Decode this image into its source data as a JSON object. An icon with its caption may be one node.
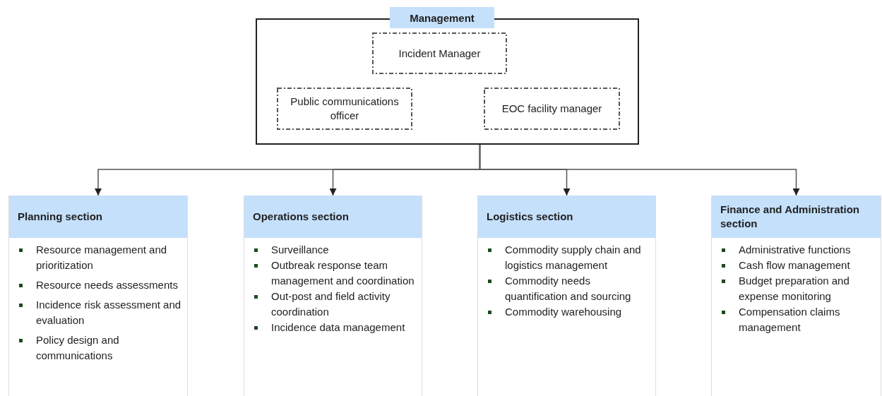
{
  "diagram": {
    "nodes": [
      {
        "text": [
          "Management"
        ]
      },
      {
        "text": [
          "Incident Manager"
        ],
        "in": 0
      },
      {
        "text": [
          "Public communications officer"
        ],
        "in": 0
      },
      {
        "text": [
          "EOC facility manager"
        ],
        "in": 0
      },
      {
        "text": [
          "Planning section",
          "Resource management and prioritization",
          "Resource needs assessments",
          "Incidence risk assessment and evaluation",
          "Policy design and communications"
        ]
      },
      {
        "text": [
          "Operations section",
          "Surveillance",
          "Outbreak response team management and coordination",
          "Out-post and field activity coordination",
          "Incidence data management"
        ]
      },
      {
        "text": [
          "Logistics section",
          "Commodity supply chain and logistics management",
          "Commodity needs quantification and sourcing",
          "Commodity warehousing"
        ]
      },
      {
        "text": [
          "Finance and Administration section",
          "Administrative functions",
          "Cash flow management",
          "Budget preparation and expense monitoring",
          "Compensation claims management"
        ]
      }
    ],
    "edges": [
      {
        "from": 0,
        "to": 4,
        "arrow": "to"
      },
      {
        "from": 0,
        "to": 5,
        "arrow": "to"
      },
      {
        "from": 0,
        "to": 6,
        "arrow": "to"
      },
      {
        "from": 0,
        "to": 7,
        "arrow": "to"
      }
    ]
  }
}
